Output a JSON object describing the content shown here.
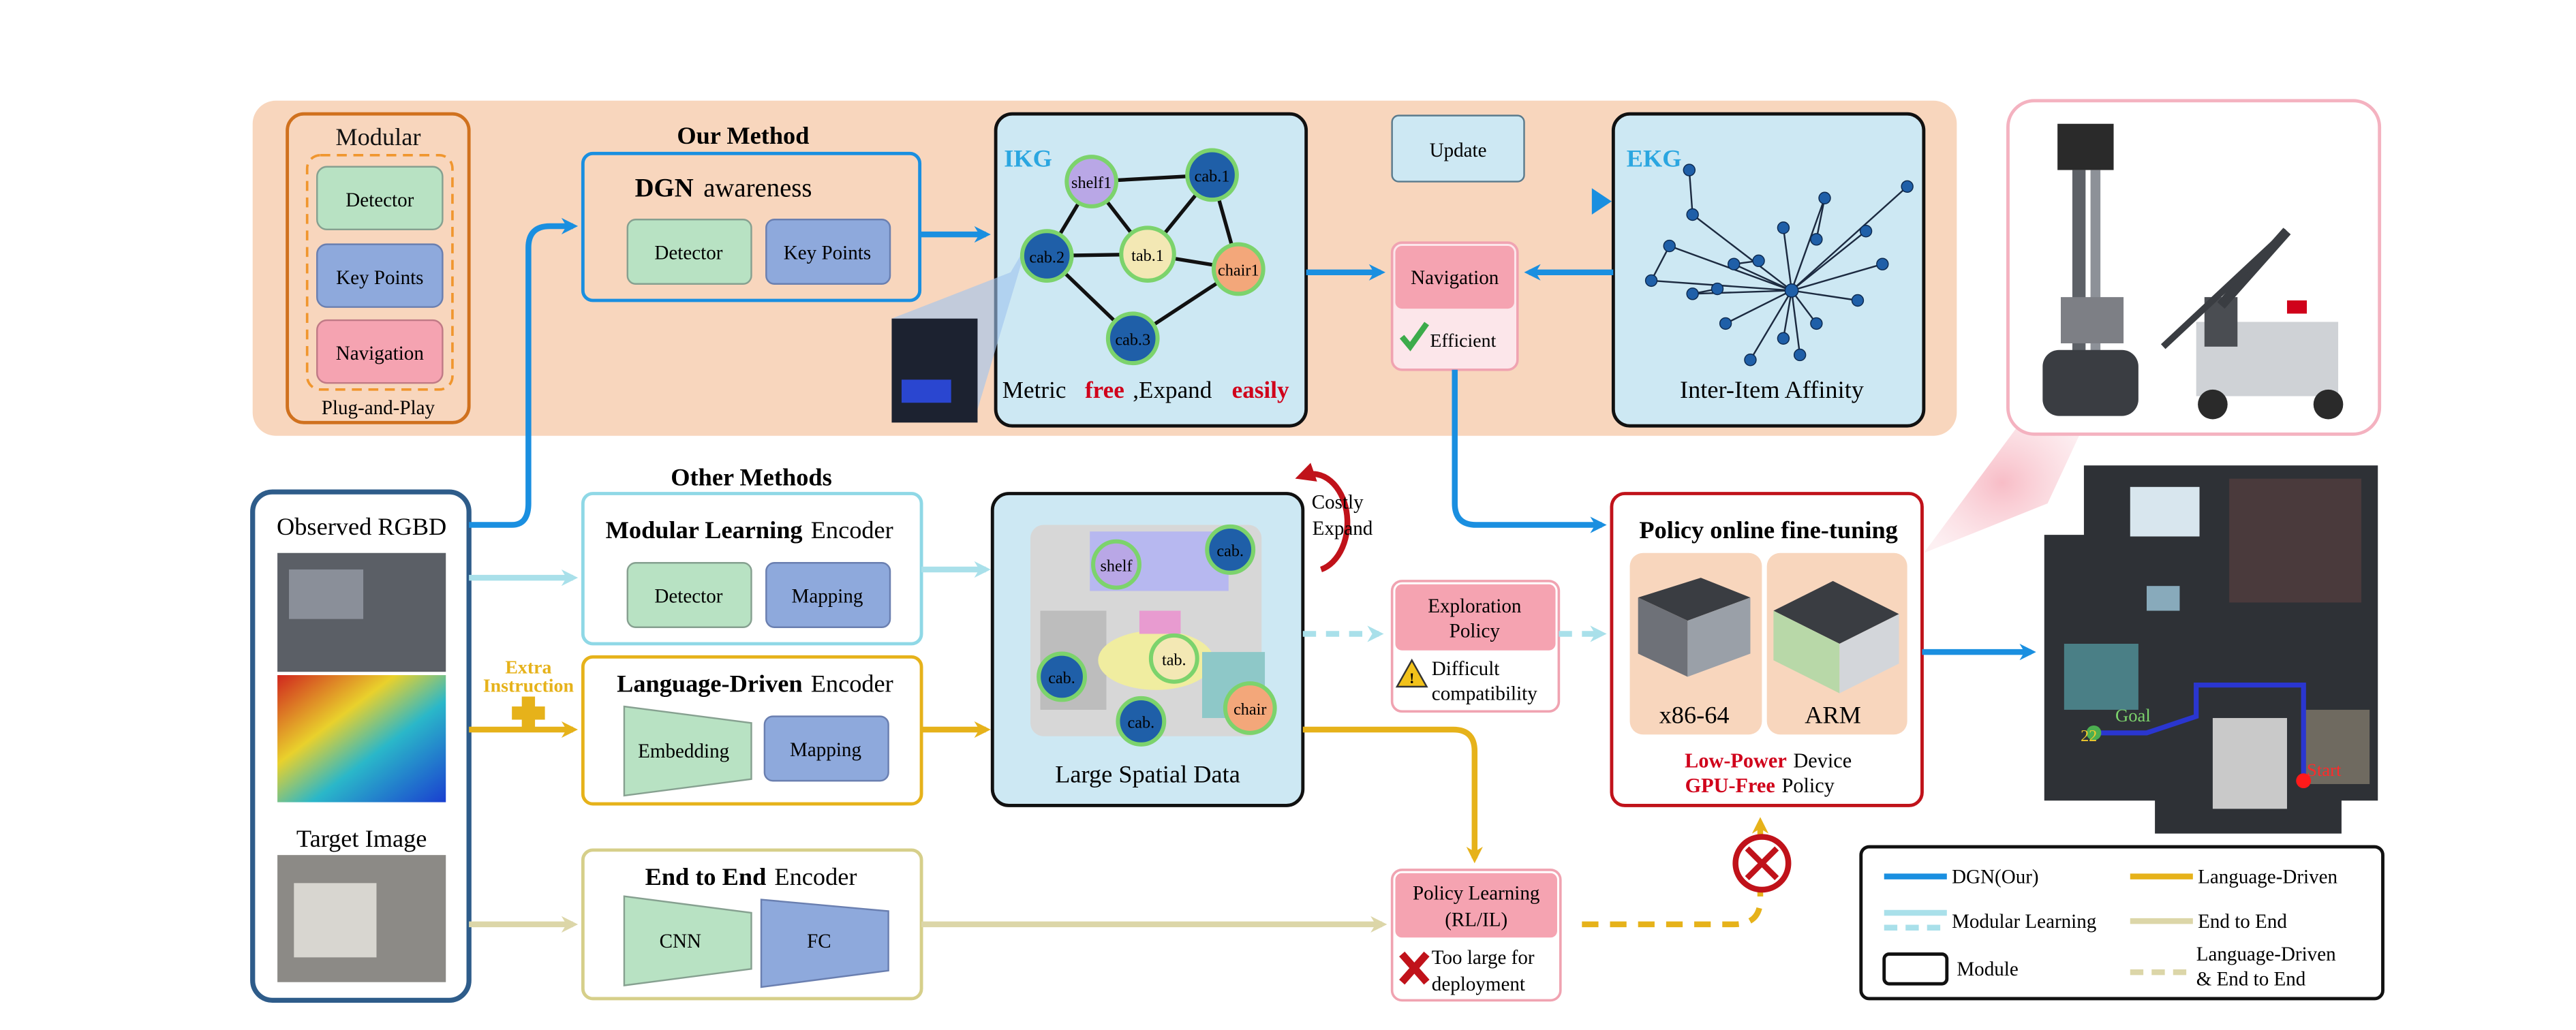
{
  "modular_panel": {
    "title": "Modular",
    "items": [
      "Detector",
      "Key Points",
      "Navigation"
    ],
    "footer": "Plug-and-Play"
  },
  "our_method": {
    "heading": "Our Method",
    "box_title_bold": "DGN",
    "box_title_rest": "awareness",
    "items": [
      "Detector",
      "Key Points"
    ]
  },
  "ikg": {
    "label": "IKG",
    "nodes": [
      "shelf1",
      "cab.1",
      "cab.2",
      "tab.1",
      "chair1",
      "cab.3"
    ],
    "caption_a": "Metric",
    "caption_b": "free",
    "caption_c": ",Expand",
    "caption_d": "easily"
  },
  "update_label": "Update",
  "ekg": {
    "label": "EKG",
    "caption": "Inter-Item Affinity"
  },
  "navigation_result": {
    "title": "Navigation",
    "status": "Efficient"
  },
  "observed": {
    "title": "Observed RGBD",
    "target": "Target Image"
  },
  "other_methods": {
    "heading": "Other Methods",
    "modular": {
      "title_bold": "Modular Learning",
      "title_rest": "Encoder",
      "items": [
        "Detector",
        "Mapping"
      ]
    },
    "language": {
      "title_bold": "Language-Driven",
      "title_rest": "Encoder",
      "items": [
        "Embedding",
        "Mapping"
      ]
    },
    "e2e": {
      "title_bold": "End to End",
      "title_rest": "Encoder",
      "items": [
        "CNN",
        "FC"
      ]
    }
  },
  "extra_instruction": [
    "Extra",
    "Instruction"
  ],
  "costly_expand": [
    "Costly",
    "Expand"
  ],
  "spatial": {
    "caption": "Large Spatial Data",
    "labels": [
      "shelf",
      "cab.",
      "tab.",
      "cab.",
      "cab.",
      "chair"
    ]
  },
  "exploration": {
    "title": [
      "Exploration",
      "Policy"
    ],
    "warning": [
      "Difficult",
      "compatibility"
    ]
  },
  "policy_learning": {
    "title": [
      "Policy Learning",
      "(RL/IL)"
    ],
    "warning": [
      "Too large for",
      "deployment"
    ]
  },
  "policy_online": {
    "title": "Policy online fine-tuning",
    "devices": [
      "x86-64",
      "ARM"
    ],
    "line1_red": "Low-Power",
    "line1_rest": "Device",
    "line2_red": "GPU-Free",
    "line2_rest": "Policy"
  },
  "map": {
    "goal": "Goal",
    "start": "Start",
    "number": "22"
  },
  "legend": {
    "items": [
      "DGN(Our)",
      "Language-Driven",
      "Modular Learning",
      "End to End",
      "Module",
      "Language-Driven",
      "& End to End"
    ]
  },
  "colors": {
    "dgn_blue": "#1a8fe0",
    "language_gold": "#e6b21a",
    "modular_cyan": "#a9e0ea",
    "e2e_beige": "#dcd6a8",
    "red_accent": "#d0021b",
    "panel_peach": "#f8d6bd"
  }
}
